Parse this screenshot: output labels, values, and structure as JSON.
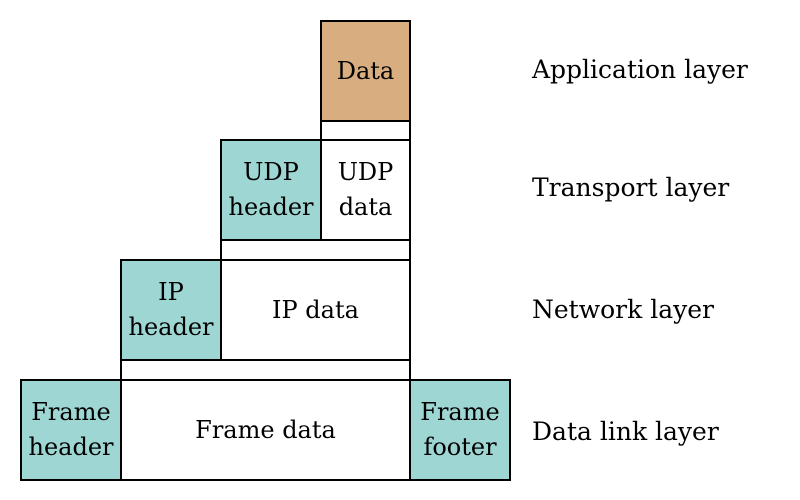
{
  "colors": {
    "header": "#9dd6d2",
    "application_data": "#d8ad7f",
    "plain": "#ffffff",
    "outline": "#000000"
  },
  "application": {
    "data_label": "Data",
    "layer_label": "Application layer"
  },
  "transport": {
    "header_label": "UDP\nheader",
    "data_label": "UDP\ndata",
    "layer_label": "Transport layer"
  },
  "network": {
    "header_label": "IP\nheader",
    "data_label": "IP data",
    "layer_label": "Network layer"
  },
  "data_link": {
    "header_label": "Frame\nheader",
    "data_label": "Frame data",
    "footer_label": "Frame\nfooter",
    "layer_label": "Data link layer"
  }
}
